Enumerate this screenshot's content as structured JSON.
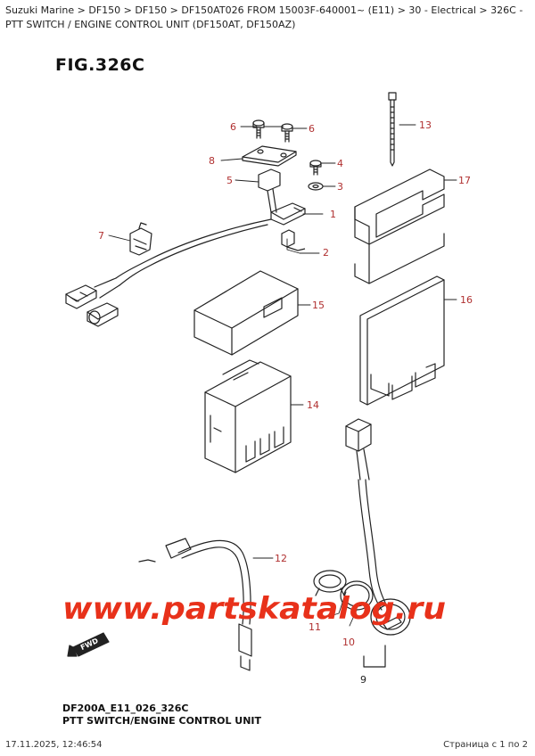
{
  "breadcrumb": "Suzuki Marine > DF150 > DF150 > DF150AT026 FROM 15003F-640001~ (E11) > 30 - Electrical > 326C - PTT SWITCH / ENGINE CONTROL UNIT (DF150AT, DF150AZ)",
  "figure_title": "FIG.326C",
  "callouts": {
    "c1": "1",
    "c2": "2",
    "c3": "3",
    "c4": "4",
    "c5": "5",
    "c6a": "6",
    "c6b": "6",
    "c7": "7",
    "c8": "8",
    "c9": "9",
    "c10": "10",
    "c11": "11",
    "c12": "12",
    "c13": "13",
    "c14": "14",
    "c15": "15",
    "c16": "16",
    "c17": "17"
  },
  "watermark": "www.partskatalog.ru",
  "fwd_label": "FWD",
  "figure_code": "DF200A_E11_026_326C",
  "caption": "PTT SWITCH/ENGINE CONTROL UNIT",
  "footer": {
    "timestamp": "17.11.2025, 12:46:54",
    "page": "Страница с 1 по 2"
  },
  "colors": {
    "callout": "#b03030",
    "watermark": "#e8311a",
    "line": "#222222"
  }
}
